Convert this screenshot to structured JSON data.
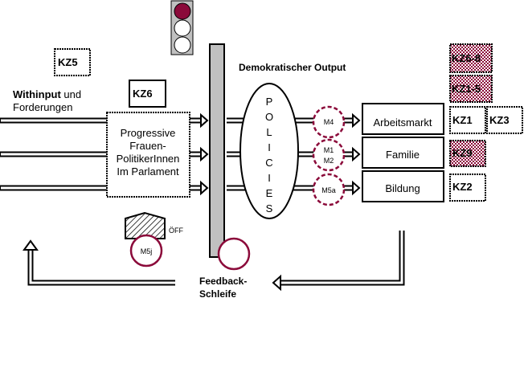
{
  "colors": {
    "accent": "#8b0a3a",
    "bar": "#c0c0c0"
  },
  "input_label": {
    "bold": "Withinput",
    "rest": " und",
    "line2": "Forderungen"
  },
  "kz_boxes": {
    "kz5": "KZ5",
    "kz6": "KZ6",
    "kz68": "KZ6-8",
    "kz15": "KZ1-5",
    "kz1": "KZ1",
    "kz3": "KZ3",
    "kz9": "KZ9",
    "kz2": "KZ2"
  },
  "actors": [
    "Progressive",
    "Frauen-",
    "PolitikerInnen",
    "Im Parlament"
  ],
  "output_title": "Demokratischer Output",
  "policies": [
    "P",
    "O",
    "L",
    "I",
    "C",
    "I",
    "E",
    "S"
  ],
  "mechanisms": {
    "m4": "M4",
    "m1": "M1",
    "m2": "M2",
    "m5a": "M5a",
    "m5j": "M5j"
  },
  "domains": [
    "Arbeitsmarkt",
    "Familie",
    "Bildung"
  ],
  "oeff": "ÖFF",
  "feedback": [
    "Feedback-",
    "Schleife"
  ]
}
